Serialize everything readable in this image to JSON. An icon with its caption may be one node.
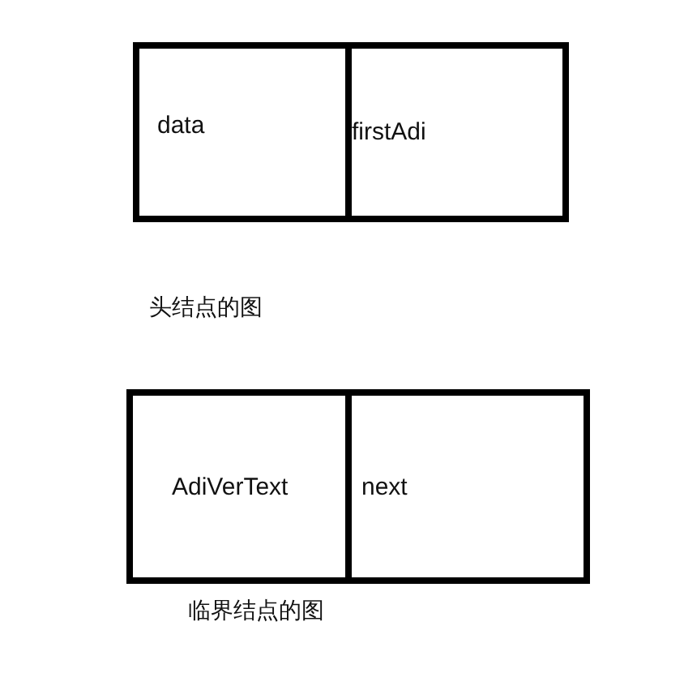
{
  "diagram": {
    "nodes": [
      {
        "text": [
          "data"
        ]
      },
      {
        "text": [
          "firstAdi"
        ]
      },
      {
        "text": [
          "AdiVerText"
        ]
      },
      {
        "text": [
          "next"
        ]
      }
    ],
    "labels": [
      "头结点的图",
      "临界结点的图"
    ]
  }
}
